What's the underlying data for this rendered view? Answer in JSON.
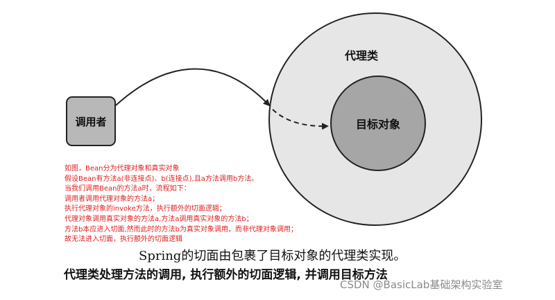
{
  "diagram": {
    "caller_label": "调用者",
    "proxy_label": "代理类",
    "target_label": "目标对象",
    "colors": {
      "caller_fill": "#b8b8b8",
      "outer_circle_fill": "#e6e6e6",
      "inner_circle_fill": "#a6a6a6",
      "stroke": "#222222",
      "note_text": "#e11d1d"
    }
  },
  "notes": [
    "如图，Bean分为代理对象和真实对象",
    "假设Bean有方法a(非连接点)、b(连接点),且a方法调用b方法。",
    "当我们调用Bean的方法a时，流程如下：",
    "调用者调用代理对象的方法a；",
    "执行代理对象的invoke方法，执行额外的切面逻辑；",
    "代理对象调用真实对象的方法a,方法a调用真实对象的方法b；",
    "方法b本应进入切面,然而此时的方法b为真实对象调用，而非代理对象调用；",
    "故无法进入切面，执行额外的切面逻辑"
  ],
  "captions": {
    "line1": "Spring的切面由包裹了目标对象的代理类实现。",
    "line2": "代理类处理方法的调用, 执行额外的切面逻辑, 并调用目标方法"
  },
  "watermark": "CSDN @BasicLab基础架构实验室"
}
